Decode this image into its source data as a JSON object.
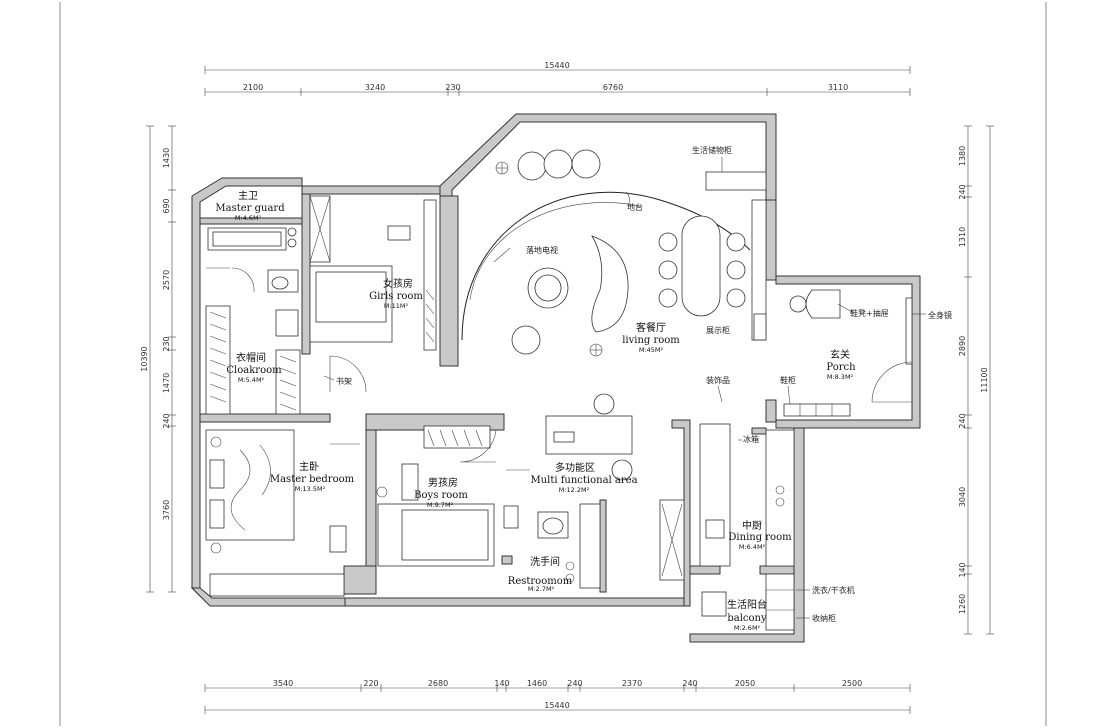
{
  "plan": {
    "dimensions": {
      "top_total": "15440",
      "top_segments": [
        "2100",
        "3240",
        "230",
        "6760",
        "3110"
      ],
      "bottom_total": "15440",
      "bottom_segments": [
        "3540",
        "220",
        "2680",
        "140",
        "1460",
        "240",
        "2370",
        "240",
        "2050",
        "2500"
      ],
      "left_total": "10390",
      "left_segments": [
        "1430",
        "690",
        "2570",
        "230",
        "1470",
        "240",
        "3760"
      ],
      "right_total": "11100",
      "right_segments": [
        "1380",
        "240",
        "1310",
        "2890",
        "240",
        "3040",
        "140",
        "1260"
      ]
    },
    "rooms": [
      {
        "key": "master_guard",
        "cn": "主卫",
        "en": "Master guard",
        "area": "M:4.6M²"
      },
      {
        "key": "girls_room",
        "cn": "女孩房",
        "en": "Girls room",
        "area": "M:11M²"
      },
      {
        "key": "cloakroom",
        "cn": "衣帽间",
        "en": "Cloakroom",
        "area": "M:5.4M²"
      },
      {
        "key": "living_room",
        "cn": "客餐厅",
        "en": "living room",
        "area": "M:45M²"
      },
      {
        "key": "porch",
        "cn": "玄关",
        "en": "Porch",
        "area": "M:8.3M²"
      },
      {
        "key": "master_bedroom",
        "cn": "主卧",
        "en": "Master bedroom",
        "area": "M:13.5M²"
      },
      {
        "key": "boys_room",
        "cn": "男孩房",
        "en": "Boys room",
        "area": "M:9.7M²"
      },
      {
        "key": "multi_area",
        "cn": "多功能区",
        "en": "Multi functional area",
        "area": "M:12.2M²"
      },
      {
        "key": "restroom",
        "cn": "洗手间",
        "en": "Restroomom",
        "area": "M:2.7M²"
      },
      {
        "key": "dining_room",
        "cn": "中厨",
        "en": "Dining room",
        "area": "M:6.4M²"
      },
      {
        "key": "balcony",
        "cn": "生活阳台",
        "en": "balcony",
        "area": "M:2.6M²"
      }
    ],
    "annotations": {
      "storage_cabinet": "生活储物柜",
      "platform": "地台",
      "floor_tv": "落地电视",
      "display_cabinet": "展示柜",
      "bench_drawer": "鞋凳+抽屉",
      "full_mirror": "全身镜",
      "decor": "装饰品",
      "shoe_cabinet": "鞋柜",
      "bookshelf": "书架",
      "fridge": "冰箱",
      "washer_dryer": "洗衣/干衣机",
      "storage": "收纳柜"
    }
  }
}
